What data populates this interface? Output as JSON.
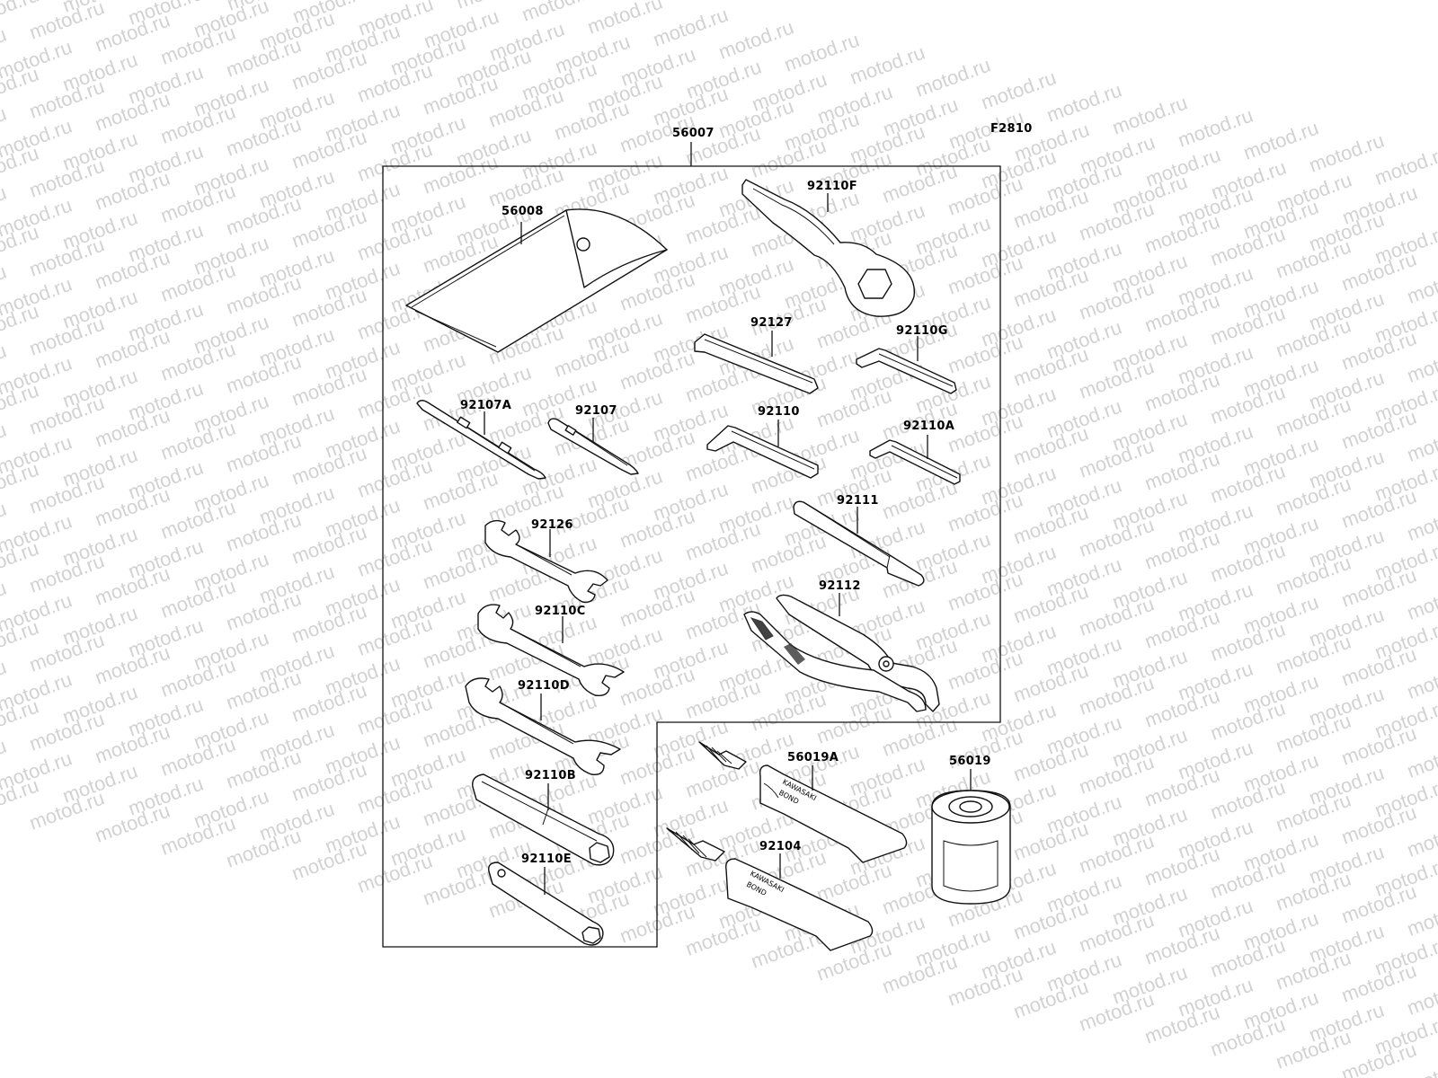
{
  "watermark": {
    "text": "motod.ru",
    "color": "#d2d2d2"
  },
  "figure_id": "F2810",
  "group_label": "56007",
  "parts": {
    "p56008": "56008",
    "p92110F": "92110F",
    "p92127": "92127",
    "p92110G": "92110G",
    "p92107A": "92107A",
    "p92107": "92107",
    "p92110": "92110",
    "p92110A": "92110A",
    "p92126": "92126",
    "p92111": "92111",
    "p92110C": "92110C",
    "p92112": "92112",
    "p92110D": "92110D",
    "p92110B": "92110B",
    "p92110E": "92110E",
    "p56019A": "56019A",
    "p92104": "92104",
    "p56019": "56019"
  },
  "tube_text": {
    "a": "KAWASAKI",
    "b": "BOND"
  },
  "line_color": "#111111"
}
